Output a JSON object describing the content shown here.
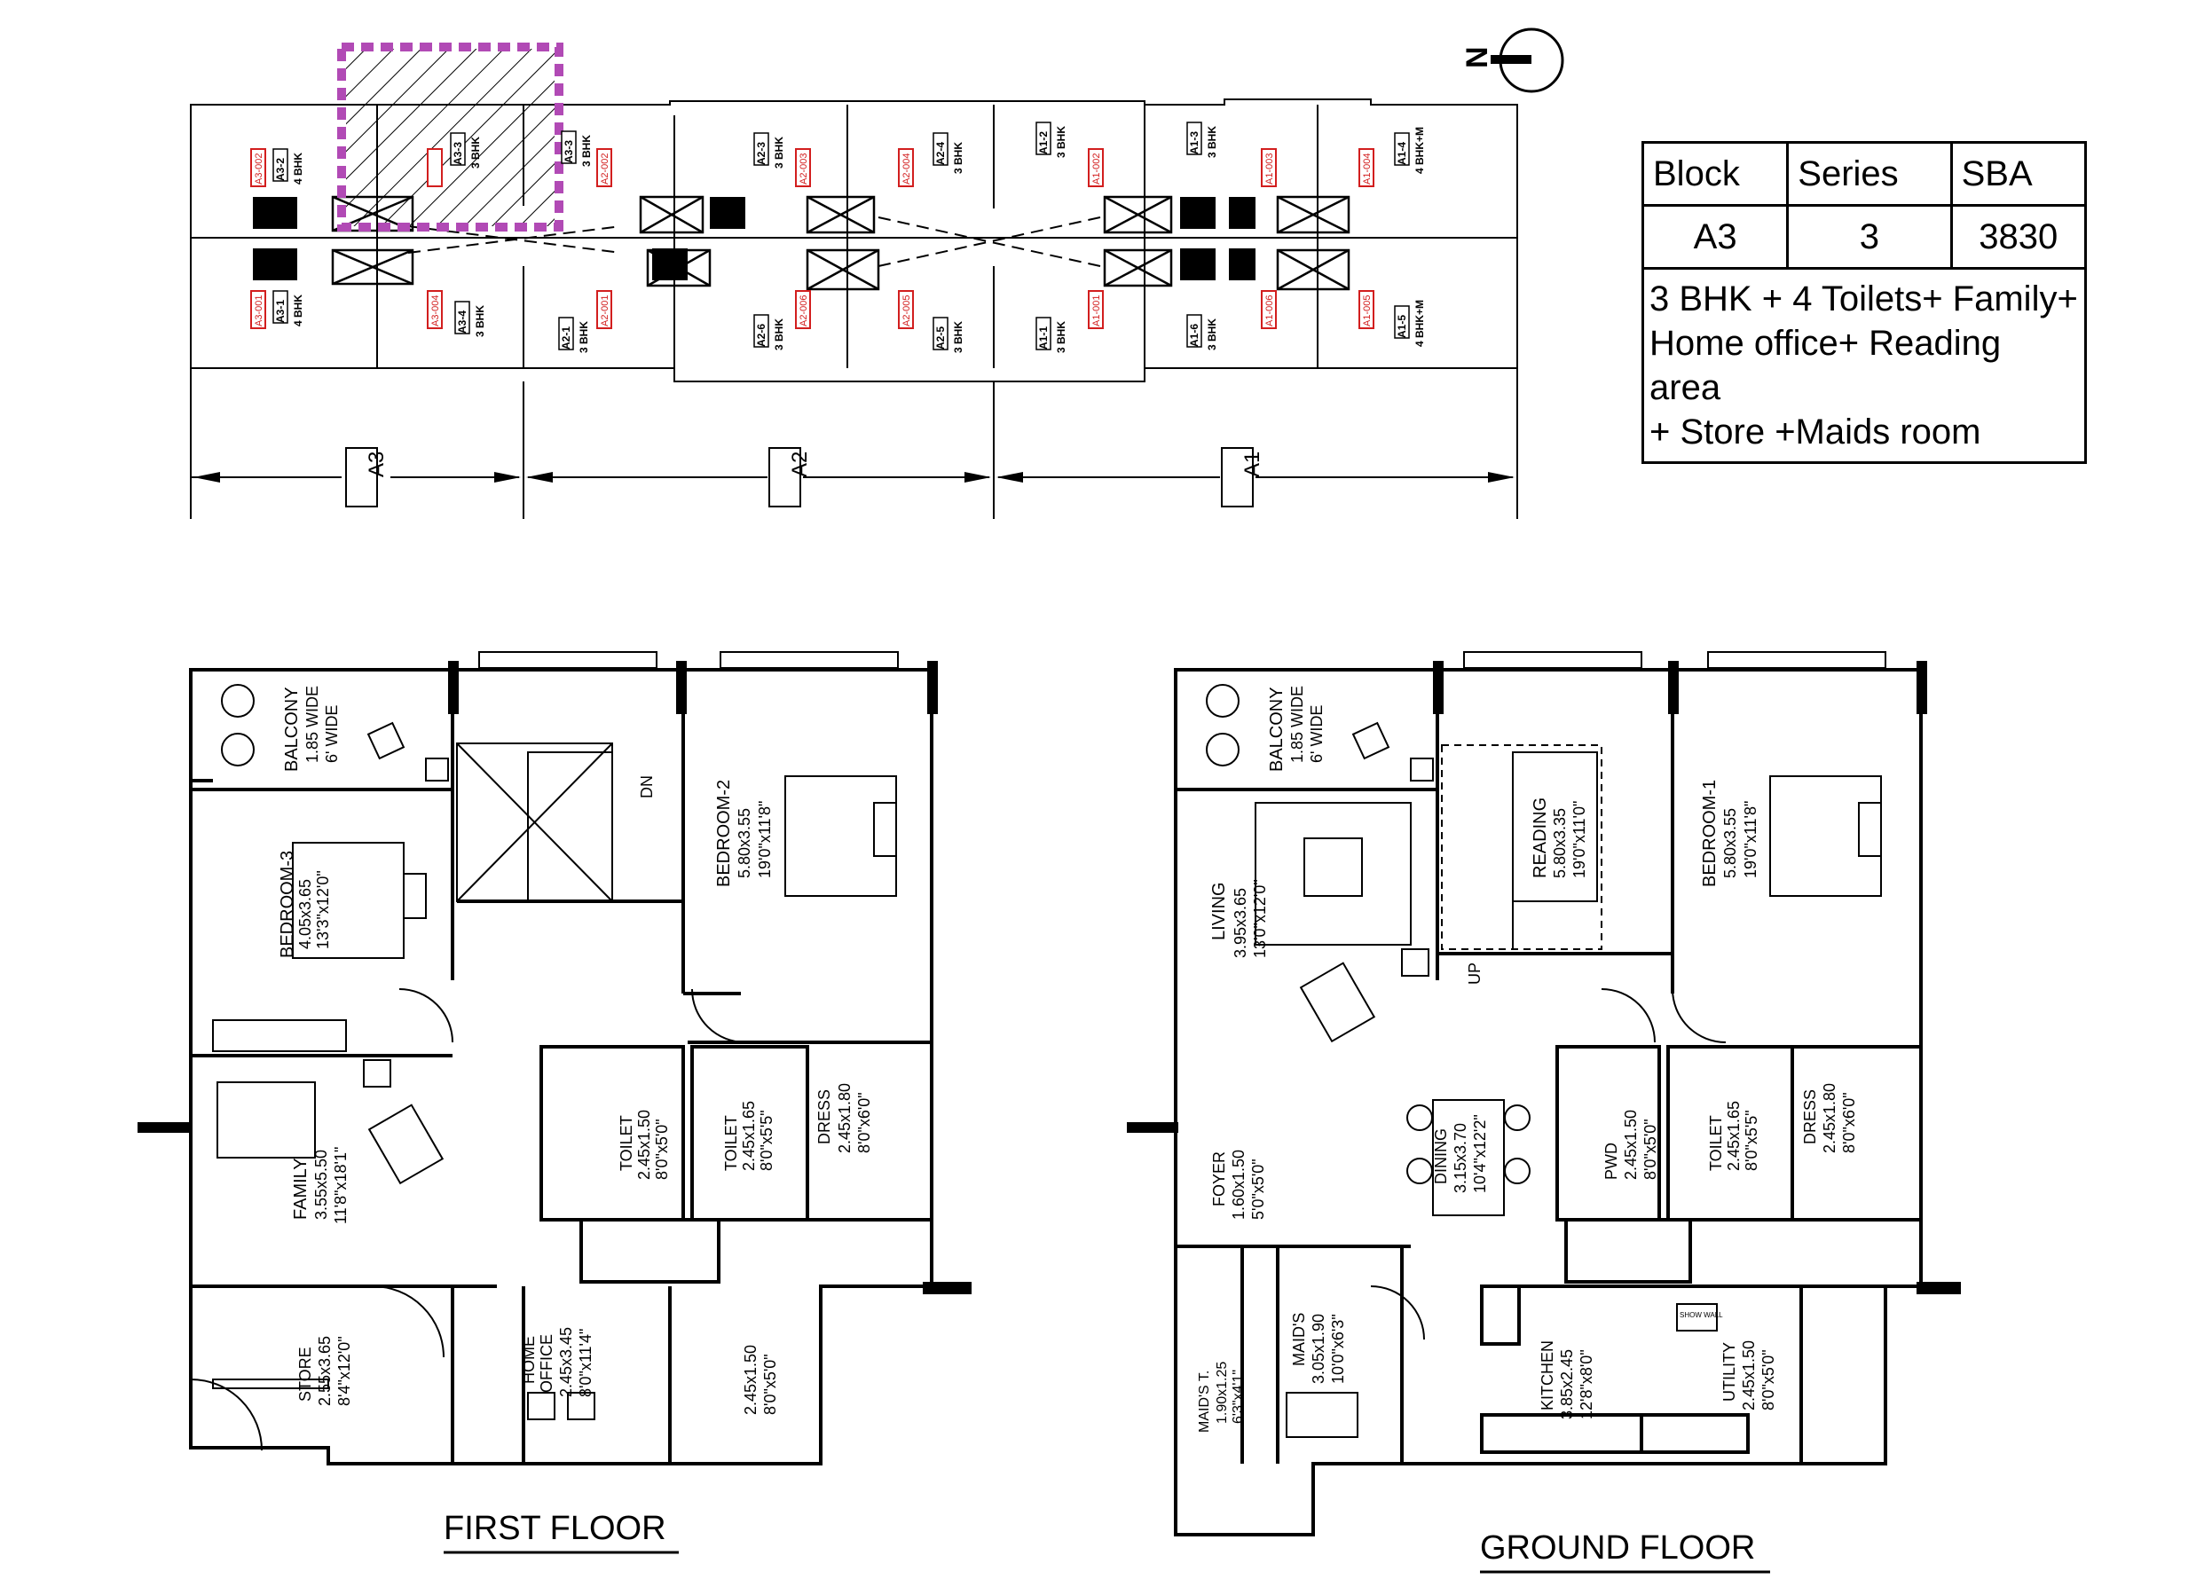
{
  "compass": {
    "label": "N"
  },
  "key_plan": {
    "blocks": [
      "A3",
      "A2",
      "A1"
    ],
    "unit_tags": [
      "A3-002",
      "A3-2",
      "A3-3",
      "A2-002",
      "A2-3",
      "A2-003",
      "A2-004",
      "A2-4",
      "A1-2",
      "A1-002",
      "A1-3",
      "A1-003",
      "A1-004",
      "A1-4",
      "A3-001",
      "A3-1",
      "A3-004",
      "A3-4",
      "A2-1",
      "A2-001",
      "A2-6",
      "A2-006",
      "A2-005",
      "A2-5",
      "A1-1",
      "A1-001",
      "A1-6",
      "A1-006",
      "A1-005",
      "A1-5"
    ],
    "unit_types": [
      "4 BHK",
      "3 BHK",
      "3 BHK",
      "3 BHK",
      "3 BHK",
      "3 BHK",
      "3 BHK",
      "3 BHK",
      "4 BHK+M",
      "4 BHK",
      "3 BHK",
      "3 BHK",
      "3 BHK",
      "3 BHK",
      "3 BHK",
      "3 BHK",
      "4 BHK+M"
    ]
  },
  "spec": {
    "headers": [
      "Block",
      "Series",
      "SBA"
    ],
    "row": [
      "A3",
      "3",
      "3830"
    ],
    "description": [
      "3 BHK + 4 Toilets+ Family+",
      "Home office+ Reading area",
      "+ Store +Maids room"
    ]
  },
  "first_floor": {
    "title": "FIRST FLOOR",
    "rooms": {
      "balcony": [
        "BALCONY",
        "1.85 WIDE",
        "6' WIDE"
      ],
      "bedroom3": [
        "BEDROOM-3",
        "4.05x3.65",
        "13'3\"x12'0\""
      ],
      "bedroom2": [
        "BEDROOM-2",
        "5.80x3.55",
        "19'0\"x11'8\""
      ],
      "dn": "DN",
      "family": [
        "FAMILY",
        "3.55x5.50",
        "11'8\"x18'1\""
      ],
      "toilet1": [
        "TOILET",
        "2.45x1.50",
        "8'0\"x5'0\""
      ],
      "toilet2": [
        "TOILET",
        "2.45x1.65",
        "8'0\"x5'5\""
      ],
      "dress": [
        "DRESS",
        "2.45x1.80",
        "8'0\"x6'0\""
      ],
      "store": [
        "STORE",
        "2.55x3.65",
        "8'4\"x12'0\""
      ],
      "home_office": [
        "HOME",
        "OFFICE",
        "2.45x3.45",
        "8'0\"x11'4\""
      ],
      "small": [
        "2.45x1.50",
        "8'0\"x5'0\""
      ]
    }
  },
  "ground_floor": {
    "title": "GROUND FLOOR",
    "rooms": {
      "balcony": [
        "BALCONY",
        "1.85 WIDE",
        "6' WIDE"
      ],
      "living": [
        "LIVING",
        "3.95x3.65",
        "13'0\"x12'0\""
      ],
      "reading": [
        "READING",
        "5.80x3.35",
        "19'0\"x11'0\""
      ],
      "up": "UP",
      "bedroom1": [
        "BEDROOM-1",
        "5.80x3.55",
        "19'0\"x11'8\""
      ],
      "dining": [
        "DINING",
        "3.15x3.70",
        "10'4\"x12'2\""
      ],
      "pwd": [
        "PWD",
        "2.45x1.50",
        "8'0\"x5'0\""
      ],
      "toilet": [
        "TOILET",
        "2.45x1.65",
        "8'0\"x5'5\""
      ],
      "dress": [
        "DRESS",
        "2.45x1.80",
        "8'0\"x6'0\""
      ],
      "foyer": [
        "FOYER",
        "1.60x1.50",
        "5'0\"x5'0\""
      ],
      "maids": [
        "MAID'S",
        "3.05x1.90",
        "10'0\"x6'3\""
      ],
      "maids_toilet": [
        "MAID'S T.",
        "1.90x1.25",
        "6'3\"x4'1\""
      ],
      "kitchen": [
        "KITCHEN",
        "3.85x2.45",
        "12'8\"x8'0\""
      ],
      "utility": [
        "UTILITY",
        "2.45x1.50",
        "8'0\"x5'0\""
      ],
      "shower": "SHOW WALL"
    }
  }
}
